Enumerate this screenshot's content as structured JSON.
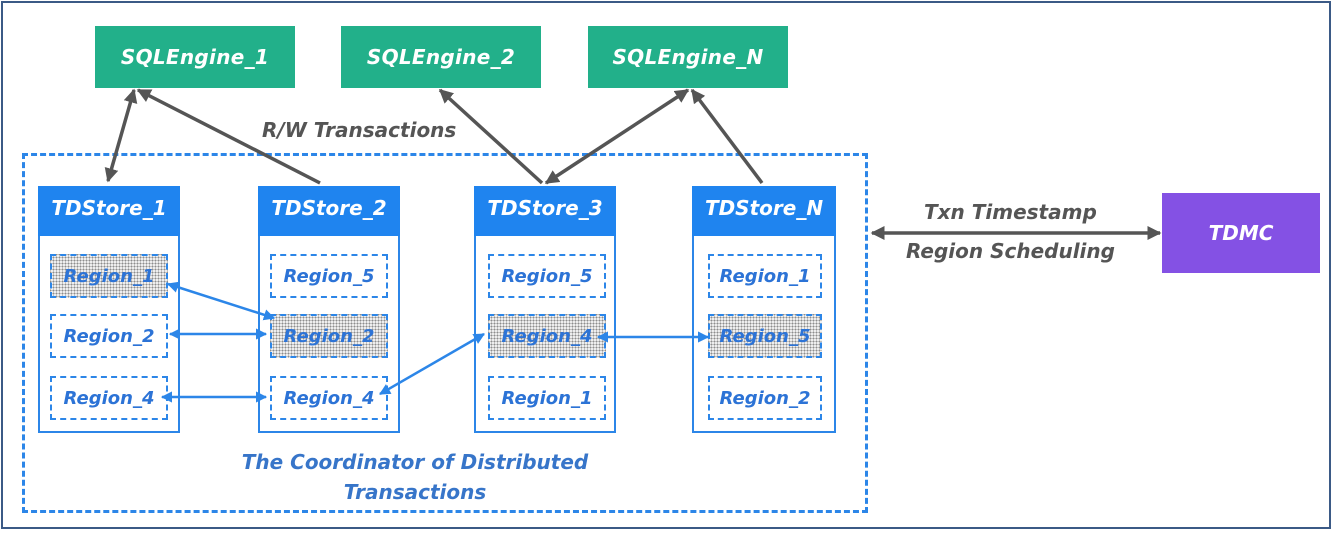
{
  "engines": [
    {
      "label": "SQLEngine_1"
    },
    {
      "label": "SQLEngine_2"
    },
    {
      "label": "SQLEngine_N"
    }
  ],
  "rw_label": "R/W Transactions",
  "stores": [
    {
      "title": "TDStore_1",
      "regions": [
        {
          "label": "Region_1",
          "shaded": true
        },
        {
          "label": "Region_2",
          "shaded": false
        },
        {
          "label": "Region_4",
          "shaded": false
        }
      ]
    },
    {
      "title": "TDStore_2",
      "regions": [
        {
          "label": "Region_5",
          "shaded": false
        },
        {
          "label": "Region_2",
          "shaded": true
        },
        {
          "label": "Region_4",
          "shaded": false
        }
      ]
    },
    {
      "title": "TDStore_3",
      "regions": [
        {
          "label": "Region_5",
          "shaded": false
        },
        {
          "label": "Region_4",
          "shaded": true
        },
        {
          "label": "Region_1",
          "shaded": false
        }
      ]
    },
    {
      "title": "TDStore_N",
      "regions": [
        {
          "label": "Region_1",
          "shaded": false
        },
        {
          "label": "Region_5",
          "shaded": true
        },
        {
          "label": "Region_2",
          "shaded": false
        }
      ]
    }
  ],
  "coordinator_label_line1": "The Coordinator of Distributed",
  "coordinator_label_line2": "Transactions",
  "side_label_top": "Txn Timestamp",
  "side_label_bottom": "Region Scheduling",
  "tdmc_label": "TDMC",
  "colors": {
    "engine": "#22b08a",
    "store_header": "#1f84ef",
    "region_text": "#2c73d6",
    "tdmc": "#8451e4",
    "arrow_gray": "#555555",
    "arrow_blue": "#2c86e8"
  }
}
